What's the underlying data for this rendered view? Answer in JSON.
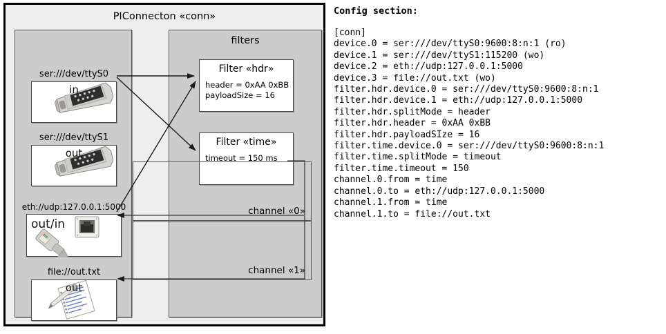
{
  "diagram": {
    "title": "PIConnecton «conn»",
    "devices_panel": {
      "nodes": [
        {
          "label": "ser:///dev/ttyS0",
          "io": "in",
          "icon": "serial-port-icon"
        },
        {
          "label": "ser:///dev/ttyS1",
          "io": "out",
          "icon": "serial-port-icon"
        },
        {
          "label": "eth://udp:127.0.0.1:5000",
          "io": "out/in",
          "icon": "ethernet-jack-icon"
        },
        {
          "label": "file://out.txt",
          "io": "out",
          "icon": "text-document-icon"
        }
      ]
    },
    "filters_panel": {
      "title": "filters",
      "filters": [
        {
          "name": "Filter «hdr»",
          "props": [
            "header = 0xAA 0xBB",
            "payloadSize = 16"
          ]
        },
        {
          "name": "Filter «time»",
          "props": [
            "timeout = 150 ms"
          ]
        }
      ],
      "channels": [
        {
          "label": "channel «0»"
        },
        {
          "label": "channel «1»"
        }
      ]
    }
  },
  "config": {
    "title": "Config section:",
    "lines": [
      "[conn]",
      "device.0 = ser:///dev/ttyS0:9600:8:n:1 (ro)",
      "device.1 = ser:///dev/ttyS1:115200 (wo)",
      "device.2 = eth://udp:127.0.0.1:5000",
      "device.3 = file://out.txt (wo)",
      "filter.hdr.device.0 = ser:///dev/ttyS0:9600:8:n:1",
      "filter.hdr.device.1 = eth://udp:127.0.0.1:5000",
      "filter.hdr.splitMode = header",
      "filter.hdr.header = 0xAA 0xBB",
      "filter.hdr.payloadSIze = 16",
      "filter.time.device.0 = ser:///dev/ttyS0:9600:8:n:1",
      "filter.time.splitMode = timeout",
      "filter.time.timeout = 150",
      "channel.0.from = time",
      "channel.0.to = eth://udp:127.0.0.1:5000",
      "channel.1.from = time",
      "channel.1.to = file://out.txt"
    ]
  },
  "colors": {
    "outer_bg": "#eeeeee",
    "panel_bg": "#cccccc",
    "card_bg": "#ffffff",
    "border": "#000000",
    "arrow": "#1a1a1a"
  }
}
